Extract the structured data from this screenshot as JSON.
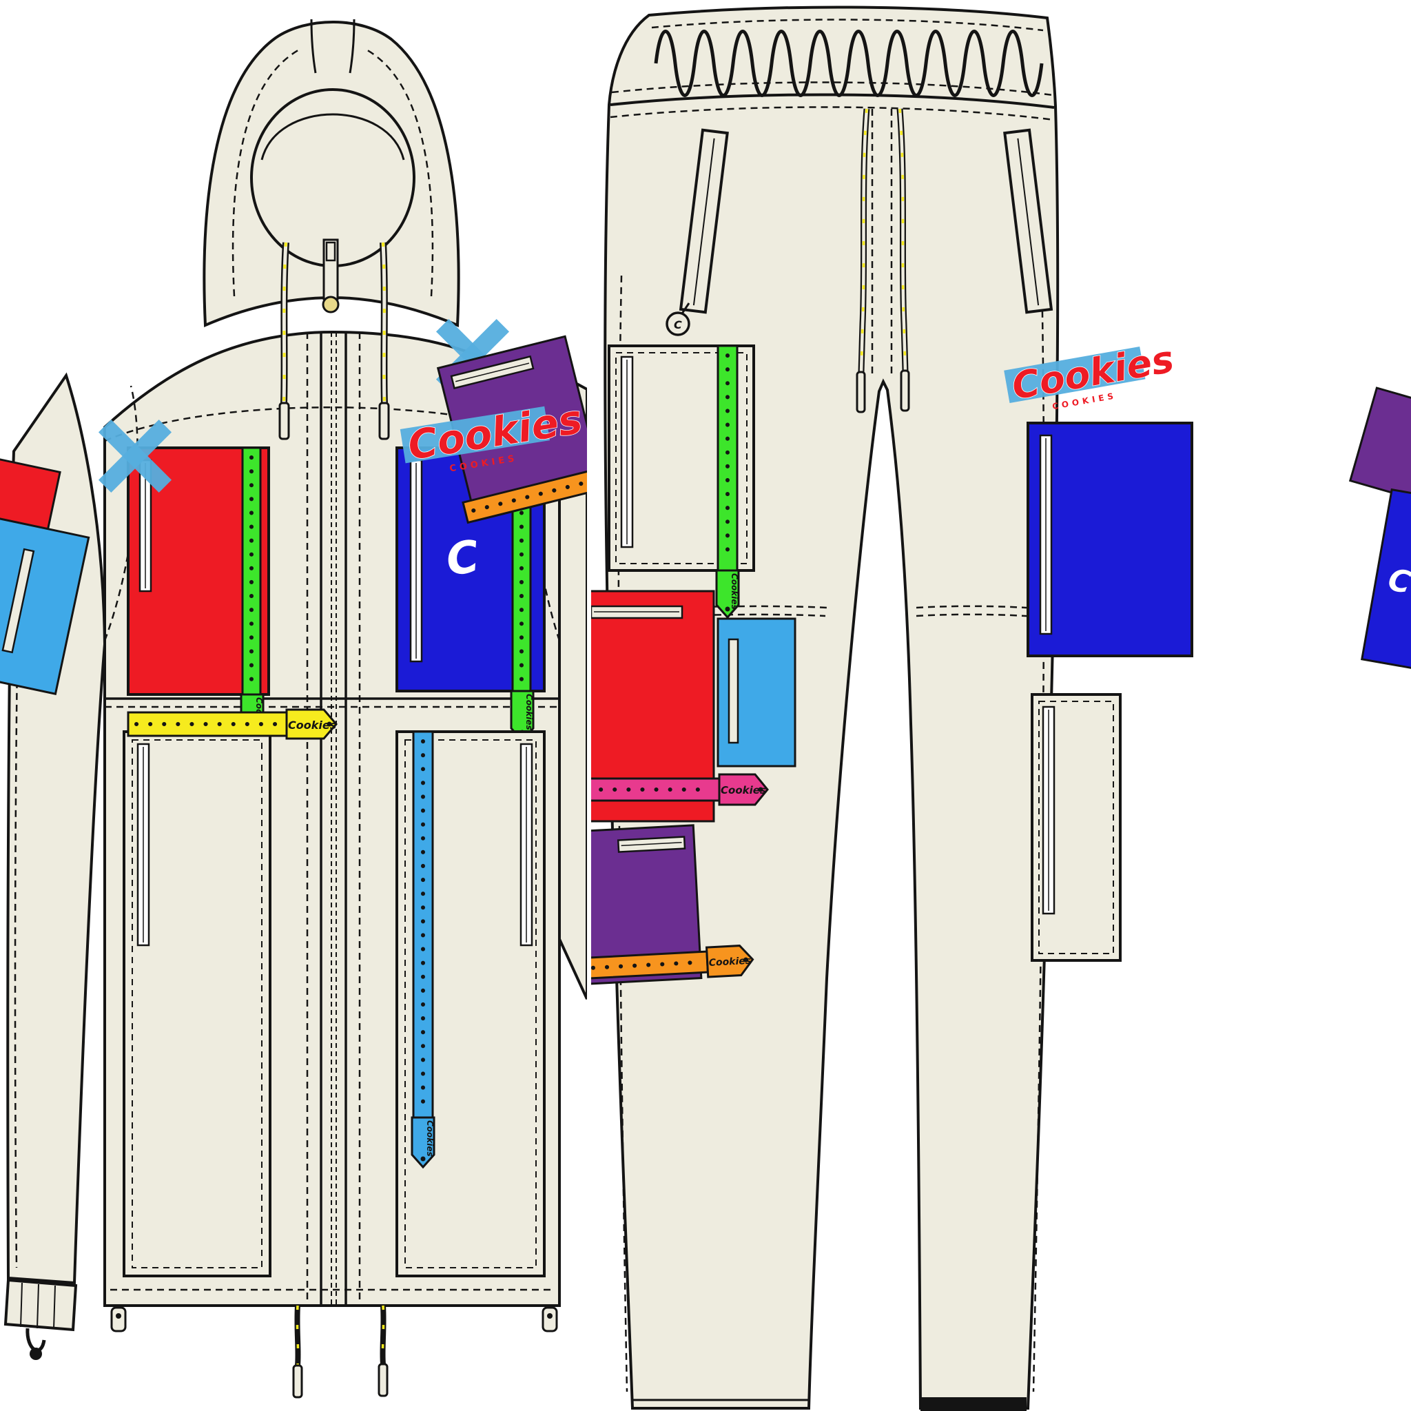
{
  "page": {
    "description": "Technical flat sketch of a Cookies-brand hooded jacket (front) and matching pants (front) with colorful pocket swatches",
    "panels": {
      "left": "hooded-jacket-front",
      "right": "pants-front"
    }
  },
  "brand": {
    "script_logo": "Cookies",
    "monogram": "C",
    "logo_caption": "COOKIES"
  },
  "labels": {
    "zipper_pull": "Cookies",
    "strap_tag": "Cookies"
  },
  "palette": {
    "cream": "#EEECDF",
    "outline": "#141414",
    "red": "#EE1B24",
    "royal_blue": "#1B1BD6",
    "purple": "#6B2E91",
    "green": "#3DE52B",
    "yellow": "#F6EB1E",
    "sky_blue": "#3FA9E8",
    "tape_blue": "#55AEDE",
    "orange": "#F7941E",
    "magenta": "#E83A8E",
    "white": "#FFFFFF"
  }
}
